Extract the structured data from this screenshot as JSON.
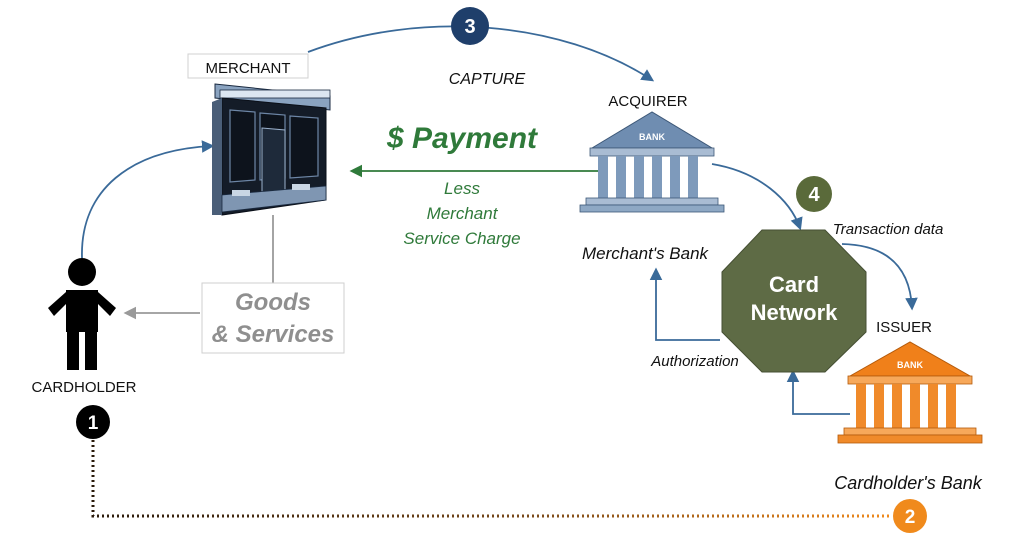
{
  "merchant": {
    "label": "MERCHANT"
  },
  "acquirer": {
    "label": "ACQUIRER",
    "caption": "Merchant's Bank",
    "bank_sign": "BANK"
  },
  "issuer": {
    "label": "ISSUER",
    "caption": "Cardholder's Bank",
    "bank_sign": "BANK"
  },
  "cardholder": {
    "label": "CARDHOLDER"
  },
  "network": {
    "line1": "Card",
    "line2": "Network"
  },
  "steps": {
    "step1": "1",
    "step2": "2",
    "step3": "3",
    "step4": "4"
  },
  "flows": {
    "capture": "CAPTURE",
    "payment": "$ Payment",
    "less_line1": "Less",
    "less_line2": "Merchant",
    "less_line3": "Service Charge",
    "goods_line1": "Goods",
    "goods_line2": "& Services",
    "transaction_data": "Transaction data",
    "authorization": "Authorization"
  },
  "colors": {
    "step_blue": "#1f3f6b",
    "step_olive": "#5a6a3a",
    "step_orange": "#f08a1c",
    "step_black": "#000000",
    "arrow_blue": "#3a6a99",
    "payment_green": "#2f7a3a",
    "goods_gray": "#8a8a8a",
    "network_fill": "#5e6b45",
    "issuer_orange": "#f0801a",
    "acquirer_blue": "#5b7a9e"
  }
}
